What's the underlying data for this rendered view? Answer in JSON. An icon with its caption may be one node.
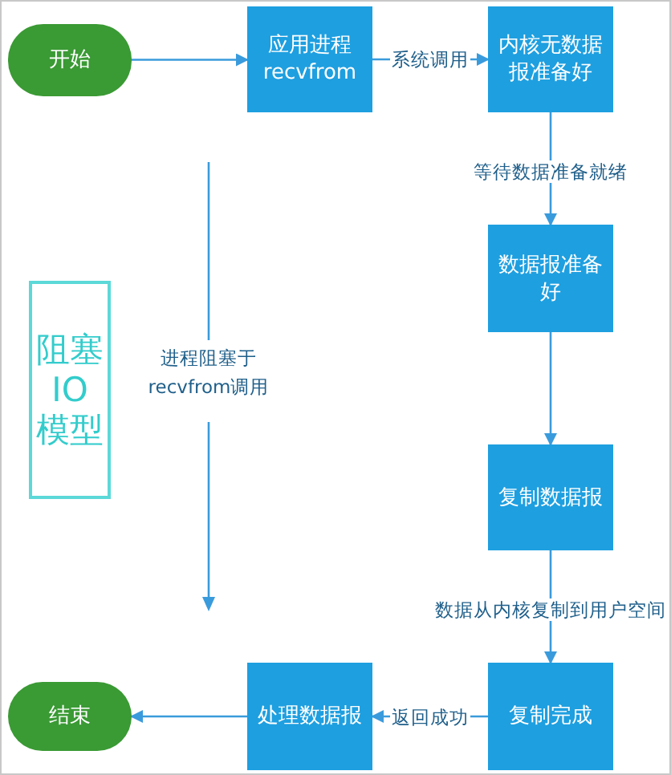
{
  "diagram": {
    "nodes": [
      {
        "text": [
          "开始"
        ]
      },
      {
        "text": [
          "应用进程 recvfrom"
        ]
      },
      {
        "text": [
          "内核无数据报准备好"
        ]
      },
      {
        "text": [
          "数据报准备好"
        ]
      },
      {
        "text": [
          "复制数据报"
        ]
      },
      {
        "text": [
          "复制完成"
        ]
      },
      {
        "text": [
          "处理数据报"
        ]
      },
      {
        "text": [
          "结束"
        ]
      },
      {
        "text": [
          "阻塞IO模型"
        ]
      }
    ],
    "edges": [
      {
        "from": 0,
        "to": 1,
        "arrow": "to"
      },
      {
        "from": 1,
        "to": 2,
        "arrow": "to",
        "label": "系统调用"
      },
      {
        "from": 2,
        "to": 3,
        "arrow": "to",
        "label": "等待数据准备就绪"
      },
      {
        "from": 3,
        "to": 4,
        "arrow": "to"
      },
      {
        "from": 4,
        "to": 5,
        "arrow": "to",
        "label": "数据从内核复制到用户空间"
      },
      {
        "from": 5,
        "to": 6,
        "arrow": "to",
        "label": "返回成功"
      },
      {
        "from": 6,
        "to": 7,
        "arrow": "to"
      }
    ],
    "labels": [
      "进程阻塞于recvfrom调用"
    ]
  }
}
